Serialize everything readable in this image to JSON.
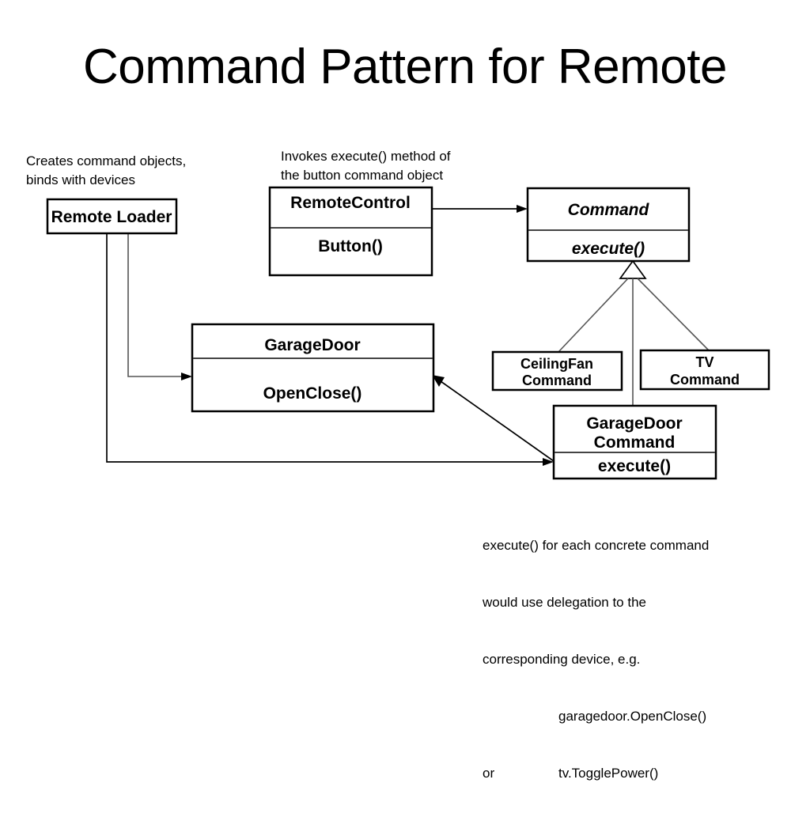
{
  "slide": {
    "title": "Command Pattern for Remote",
    "background_color": "#ffffff",
    "line_color": "#000000"
  },
  "notes": {
    "creates": "Creates command objects,\nbinds with devices",
    "invokes": "Invokes execute() method of\nthe button command object",
    "delegation_line1": "execute() for each concrete command",
    "delegation_line2": "would use delegation to the",
    "delegation_line3": "corresponding device, e.g.",
    "delegation_line4": "garagedoor.OpenClose()",
    "delegation_line5_prefix": "or",
    "delegation_line5_value": "tv.TogglePower()"
  },
  "classes": {
    "remote_loader": {
      "name": "Remote Loader",
      "operations": []
    },
    "remote_control": {
      "name": "RemoteControl",
      "operations": [
        "Button()"
      ]
    },
    "command": {
      "name": "Command",
      "operations": [
        "execute()"
      ],
      "abstract": true
    },
    "garage_door": {
      "name": "GarageDoor",
      "operations": [
        "OpenClose()"
      ]
    },
    "ceiling_fan_command": {
      "name_line1": "CeilingFan",
      "name_line2": "Command",
      "operations": []
    },
    "tv_command": {
      "name_line1": "TV",
      "name_line2": "Command",
      "operations": []
    },
    "garage_door_command": {
      "name_line1": "GarageDoor",
      "name_line2": "Command",
      "operations": [
        "execute()"
      ]
    }
  },
  "relations": [
    {
      "label": "remote-control-to-command",
      "kind": "association-arrow"
    },
    {
      "label": "ceilingfan-command-to-command",
      "kind": "generalization"
    },
    {
      "label": "tv-command-to-command",
      "kind": "generalization"
    },
    {
      "label": "garagedoor-command-to-command",
      "kind": "generalization"
    },
    {
      "label": "remote-loader-to-garagedoor",
      "kind": "association-arrow"
    },
    {
      "label": "remote-loader-to-garagedoor-command",
      "kind": "association-arrow"
    },
    {
      "label": "garagedoor-command-to-garagedoor",
      "kind": "association-arrow"
    }
  ]
}
